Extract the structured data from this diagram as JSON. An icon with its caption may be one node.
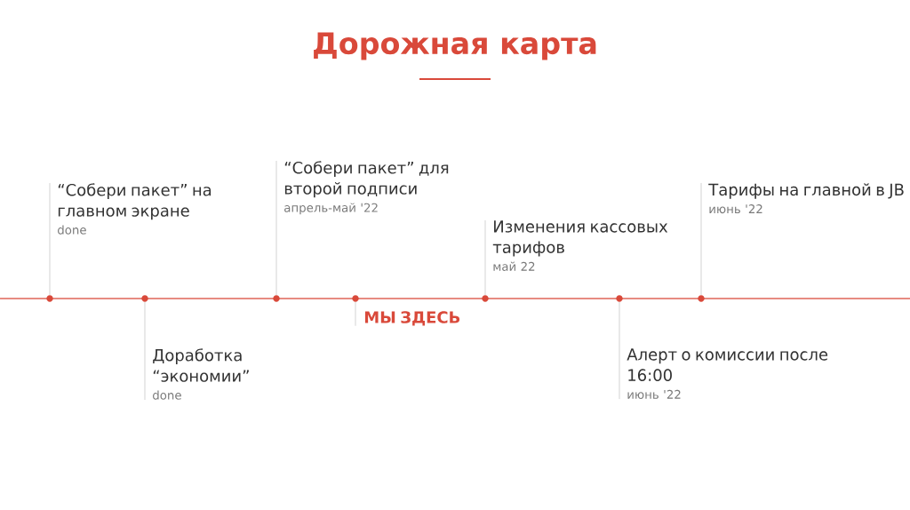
{
  "diagram": {
    "title": "Дорожная карта",
    "nodes": [
      {
        "text": [
          "“Собери пакет” на главном экране",
          "done"
        ]
      },
      {
        "text": [
          "Доработка “экономии”",
          "done"
        ]
      },
      {
        "text": [
          "“Собери пакет” для второй подписи",
          "апрель-май '22"
        ]
      },
      {
        "text": [
          "МЫ ЗДЕСЬ"
        ]
      },
      {
        "text": [
          "Изменения кассовых тарифов",
          "май 22"
        ]
      },
      {
        "text": [
          "Алерт о комиссии после 16:00",
          "июнь '22"
        ]
      },
      {
        "text": [
          "Тарифы на главной в JB",
          "июнь '22"
        ]
      },
      {
        "text": [],
        "shape": "circle"
      },
      {
        "text": [],
        "shape": "circle"
      },
      {
        "text": [],
        "shape": "circle"
      },
      {
        "text": [],
        "shape": "circle"
      },
      {
        "text": [],
        "shape": "circle"
      },
      {
        "text": [],
        "shape": "circle"
      },
      {
        "text": [],
        "shape": "circle"
      }
    ],
    "edges": [
      {
        "from": 0,
        "to": 7,
        "arrow": "none"
      },
      {
        "from": 1,
        "to": 8,
        "arrow": "none"
      },
      {
        "from": 2,
        "to": 9,
        "arrow": "none"
      },
      {
        "from": 3,
        "to": 10,
        "arrow": "none"
      },
      {
        "from": 4,
        "to": 11,
        "arrow": "none"
      },
      {
        "from": 5,
        "to": 12,
        "arrow": "none"
      },
      {
        "from": 6,
        "to": 13,
        "arrow": "none"
      }
    ]
  }
}
